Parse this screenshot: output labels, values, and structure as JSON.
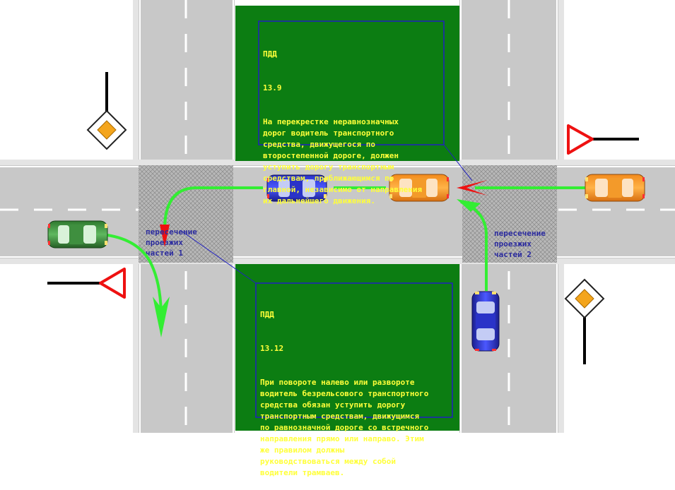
{
  "rule_top": {
    "number_line1": "ПДД",
    "number_line2": "13.9",
    "text": "На перекрестке неравнозначных\nдорог водитель транспортного\nсредства, движущегося по\nвторостепенной дороге, должен\nуступить дорогу транспортным\nсредствам, приближающимся по\nглавной, независимо от направления\nих дальнейшего движения."
  },
  "rule_bottom": {
    "number_line1": "ПДД",
    "number_line2": "13.12",
    "text": "При повороте налево или развороте\nводитель безрельсового транспортного\nсредства обязан уступить дорогу\nтранспортным средствам, движущимся\nпо равнозначной дороге со встречного\nнаправления прямо или направо. Этим\nже правилом должны\nруководствоваться между собой\nводители трамваев."
  },
  "zones": {
    "zone1": "пересечение\nпроезжих\nчастей 1",
    "zone2": "пересечение\nпроезжих\nчастей 2"
  },
  "signs": {
    "main_road": "main-road-sign (yellow diamond)",
    "give_way": "give-way-sign (red inverted triangle)"
  },
  "colors": {
    "grass": "#0c7d12",
    "road": "#c8c8c8",
    "rule_text": "#ffff3a",
    "label_text": "#2b2b9f",
    "path": "#33ee33",
    "conflict": "#ee1111"
  }
}
